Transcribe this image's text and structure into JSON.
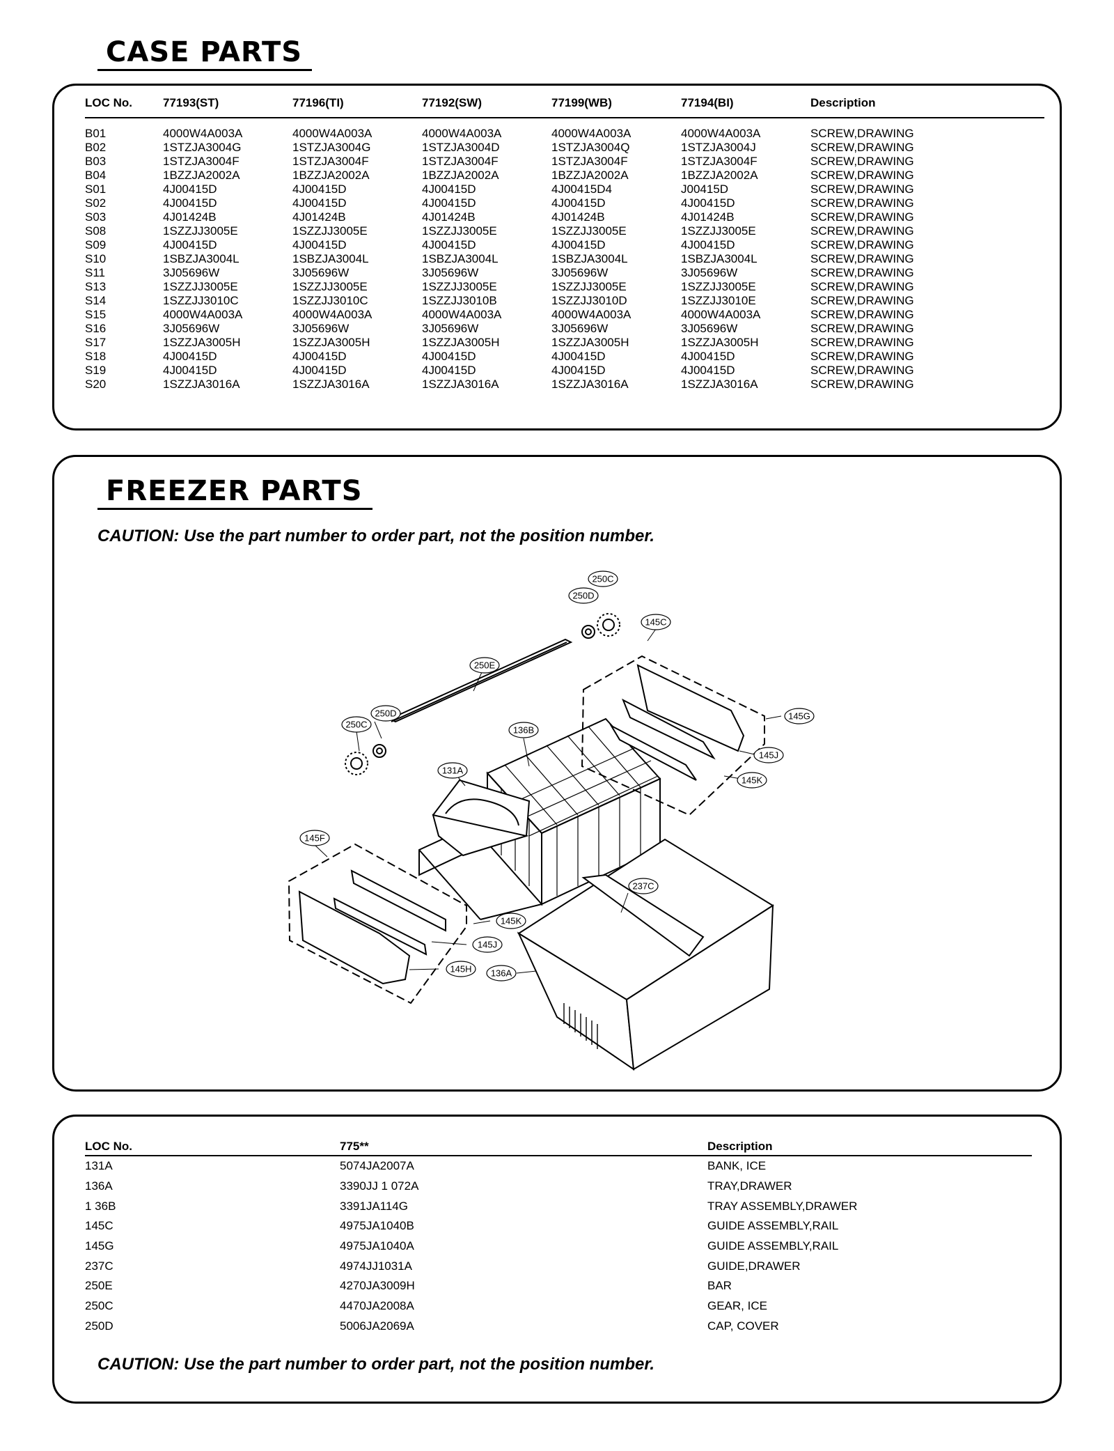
{
  "case_parts": {
    "title": "CASE PARTS",
    "columns": [
      "LOC No.",
      "77193(ST)",
      "77196(TI)",
      "77192(SW)",
      "77199(WB)",
      "77194(BI)",
      "Description"
    ],
    "rows": [
      [
        "B01",
        "4000W4A003A",
        "4000W4A003A",
        "4000W4A003A",
        "4000W4A003A",
        "4000W4A003A",
        "SCREW,DRAWING"
      ],
      [
        "B02",
        "1STZJA3004G",
        "1STZJA3004G",
        "1STZJA3004D",
        "1STZJA3004Q",
        "1STZJA3004J",
        "SCREW,DRAWING"
      ],
      [
        "B03",
        "1STZJA3004F",
        "1STZJA3004F",
        "1STZJA3004F",
        "1STZJA3004F",
        "1STZJA3004F",
        "SCREW,DRAWING"
      ],
      [
        "B04",
        "1BZZJA2002A",
        "1BZZJA2002A",
        "1BZZJA2002A",
        "1BZZJA2002A",
        "1BZZJA2002A",
        "SCREW,DRAWING"
      ],
      [
        "S01",
        "4J00415D",
        "4J00415D",
        "4J00415D",
        "4J00415D4",
        "J00415D",
        "SCREW,DRAWING"
      ],
      [
        "S02",
        "4J00415D",
        "4J00415D",
        "4J00415D",
        "4J00415D",
        "4J00415D",
        "SCREW,DRAWING"
      ],
      [
        "S03",
        "4J01424B",
        "4J01424B",
        "4J01424B",
        "4J01424B",
        "4J01424B",
        "SCREW,DRAWING"
      ],
      [
        "S08",
        "1SZZJJ3005E",
        "1SZZJJ3005E",
        "1SZZJJ3005E",
        "1SZZJJ3005E",
        "1SZZJJ3005E",
        "SCREW,DRAWING"
      ],
      [
        "S09",
        "4J00415D",
        "4J00415D",
        "4J00415D",
        "4J00415D",
        "4J00415D",
        "SCREW,DRAWING"
      ],
      [
        "S10",
        "1SBZJA3004L",
        "1SBZJA3004L",
        "1SBZJA3004L",
        "1SBZJA3004L",
        "1SBZJA3004L",
        "SCREW,DRAWING"
      ],
      [
        "S11",
        "3J05696W",
        "3J05696W",
        "3J05696W",
        "3J05696W",
        "3J05696W",
        "SCREW,DRAWING"
      ],
      [
        "S13",
        "1SZZJJ3005E",
        "1SZZJJ3005E",
        "1SZZJJ3005E",
        "1SZZJJ3005E",
        "1SZZJJ3005E",
        "SCREW,DRAWING"
      ],
      [
        "S14",
        "1SZZJJ3010C",
        "1SZZJJ3010C",
        "1SZZJJ3010B",
        "1SZZJJ3010D",
        "1SZZJJ3010E",
        "SCREW,DRAWING"
      ],
      [
        "S15",
        "4000W4A003A",
        "4000W4A003A",
        "4000W4A003A",
        "4000W4A003A",
        "4000W4A003A",
        "SCREW,DRAWING"
      ],
      [
        "S16",
        "3J05696W",
        "3J05696W",
        "3J05696W",
        "3J05696W",
        "3J05696W",
        "SCREW,DRAWING"
      ],
      [
        "S17",
        "1SZZJA3005H",
        "1SZZJA3005H",
        "1SZZJA3005H",
        "1SZZJA3005H",
        "1SZZJA3005H",
        "SCREW,DRAWING"
      ],
      [
        "S18",
        "4J00415D",
        "4J00415D",
        "4J00415D",
        "4J00415D",
        "4J00415D",
        "SCREW,DRAWING"
      ],
      [
        "S19",
        "4J00415D",
        "4J00415D",
        "4J00415D",
        "4J00415D",
        "4J00415D",
        "SCREW,DRAWING"
      ],
      [
        "S20",
        "1SZZJA3016A",
        "1SZZJA3016A",
        "1SZZJA3016A",
        "1SZZJA3016A",
        "1SZZJA3016A",
        "SCREW,DRAWING"
      ]
    ]
  },
  "freezer_parts": {
    "title": "FREEZER PARTS",
    "caution": "CAUTION: Use the part number to order part, not the position number.",
    "callouts": [
      "250C",
      "250D",
      "145C",
      "250E",
      "250D",
      "250C",
      "136B",
      "145G",
      "145J",
      "145K",
      "131A",
      "145F",
      "237C",
      "145K",
      "145J",
      "145H",
      "136A"
    ]
  },
  "freezer_table": {
    "columns": [
      "LOC No.",
      "775**",
      "Description"
    ],
    "rows": [
      [
        "131A",
        "5074JA2007A",
        "BANK, ICE"
      ],
      [
        "136A",
        "3390JJ 1 072A",
        "TRAY,DRAWER"
      ],
      [
        "1 36B",
        "3391JA114G",
        "TRAY ASSEMBLY,DRAWER"
      ],
      [
        "145C",
        "4975JA1040B",
        "GUIDE ASSEMBLY,RAIL"
      ],
      [
        "145G",
        "4975JA1040A",
        "GUIDE ASSEMBLY,RAIL"
      ],
      [
        "237C",
        "4974JJ1031A",
        "GUIDE,DRAWER"
      ],
      [
        "250E",
        "4270JA3009H",
        "BAR"
      ],
      [
        "250C",
        "4470JA2008A",
        "GEAR, ICE"
      ],
      [
        "250D",
        "5006JA2069A",
        "CAP, COVER"
      ]
    ],
    "caution": "CAUTION: Use the part number to order part, not the position number."
  }
}
